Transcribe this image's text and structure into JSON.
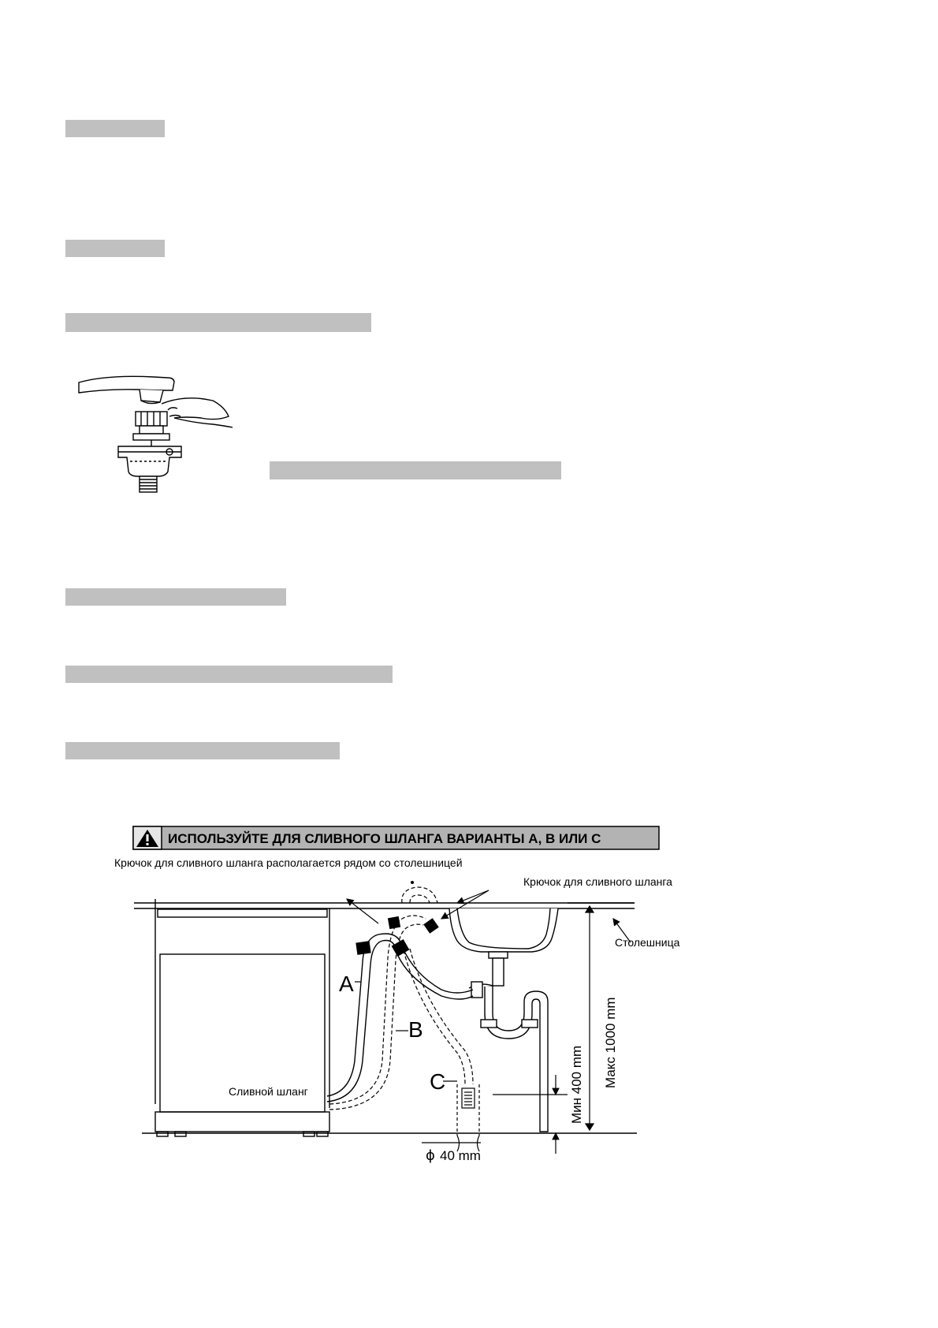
{
  "diagram": {
    "warning_title": "ИСПОЛЬЗУЙТЕ ДЛЯ СЛИВНОГО ШЛАНГА ВАРИАНТЫ А, В ИЛИ С",
    "hook_near_worktop_label": "Крючок для сливного шланга располагается рядом со столешницей",
    "hook_label": "Крючок для сливного шланга",
    "worktop_label": "Столешница",
    "max_label": "Макс 1000 mm",
    "min_label": "Мин 400 mm",
    "drain_hose_label": "Сливной шланг",
    "pipe_diameter_label": "40 mm",
    "pipe_diameter_symbol": "ϕ",
    "option_a": "A",
    "option_b": "B",
    "option_c": "C",
    "warning_icon": "warning-triangle-icon"
  }
}
